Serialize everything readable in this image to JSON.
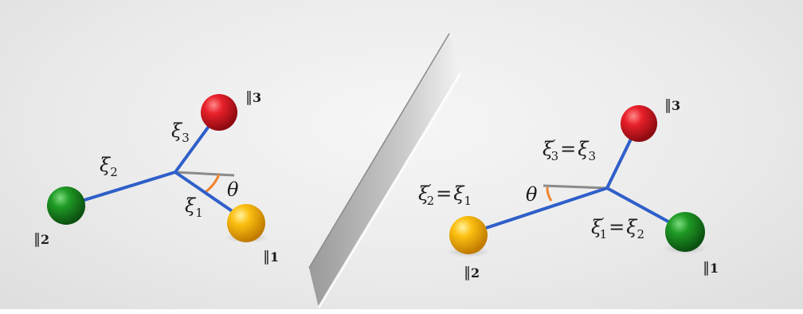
{
  "left_molecule": {
    "labels": {
      "xi3": {
        "sym": "ξ",
        "sub": "3"
      },
      "xi2": {
        "sym": "ξ",
        "sub": "2"
      },
      "xi1": {
        "sym": "ξ",
        "sub": "1"
      },
      "theta": "θ"
    },
    "parity_labels": {
      "p3": {
        "bar": "∥",
        "num": "3"
      },
      "p2": {
        "bar": "∥",
        "num": "2"
      },
      "p1": {
        "bar": "∥",
        "num": "1"
      }
    }
  },
  "right_molecule": {
    "labels": {
      "xi3p": {
        "sym": "ξ",
        "sub": "3",
        "prime": "′",
        "eq": "=",
        "rhs_sym": "ξ",
        "rhs_sub": "3"
      },
      "xi2p": {
        "sym": "ξ",
        "sub": "2",
        "prime": "′",
        "eq": "=",
        "rhs_sym": "ξ",
        "rhs_sub": "1"
      },
      "xi1p": {
        "sym": "ξ",
        "sub": "1",
        "prime": "′",
        "eq": "=",
        "rhs_sym": "ξ",
        "rhs_sub": "2"
      },
      "theta": "θ"
    },
    "parity_labels": {
      "p3": {
        "bar": "∥",
        "num": "3"
      },
      "p2": {
        "bar": "∥",
        "num": "2"
      },
      "p1": {
        "bar": "∥",
        "num": "1"
      }
    }
  },
  "colors": {
    "bond": "#2f5fc9",
    "red_ball": "#d9141e",
    "green_ball": "#1a8a1f",
    "yellow_ball": "#f4b40a",
    "theta_arc": "#ee8530",
    "reference_line": "#888888",
    "mirror": "#c4c4c4"
  }
}
